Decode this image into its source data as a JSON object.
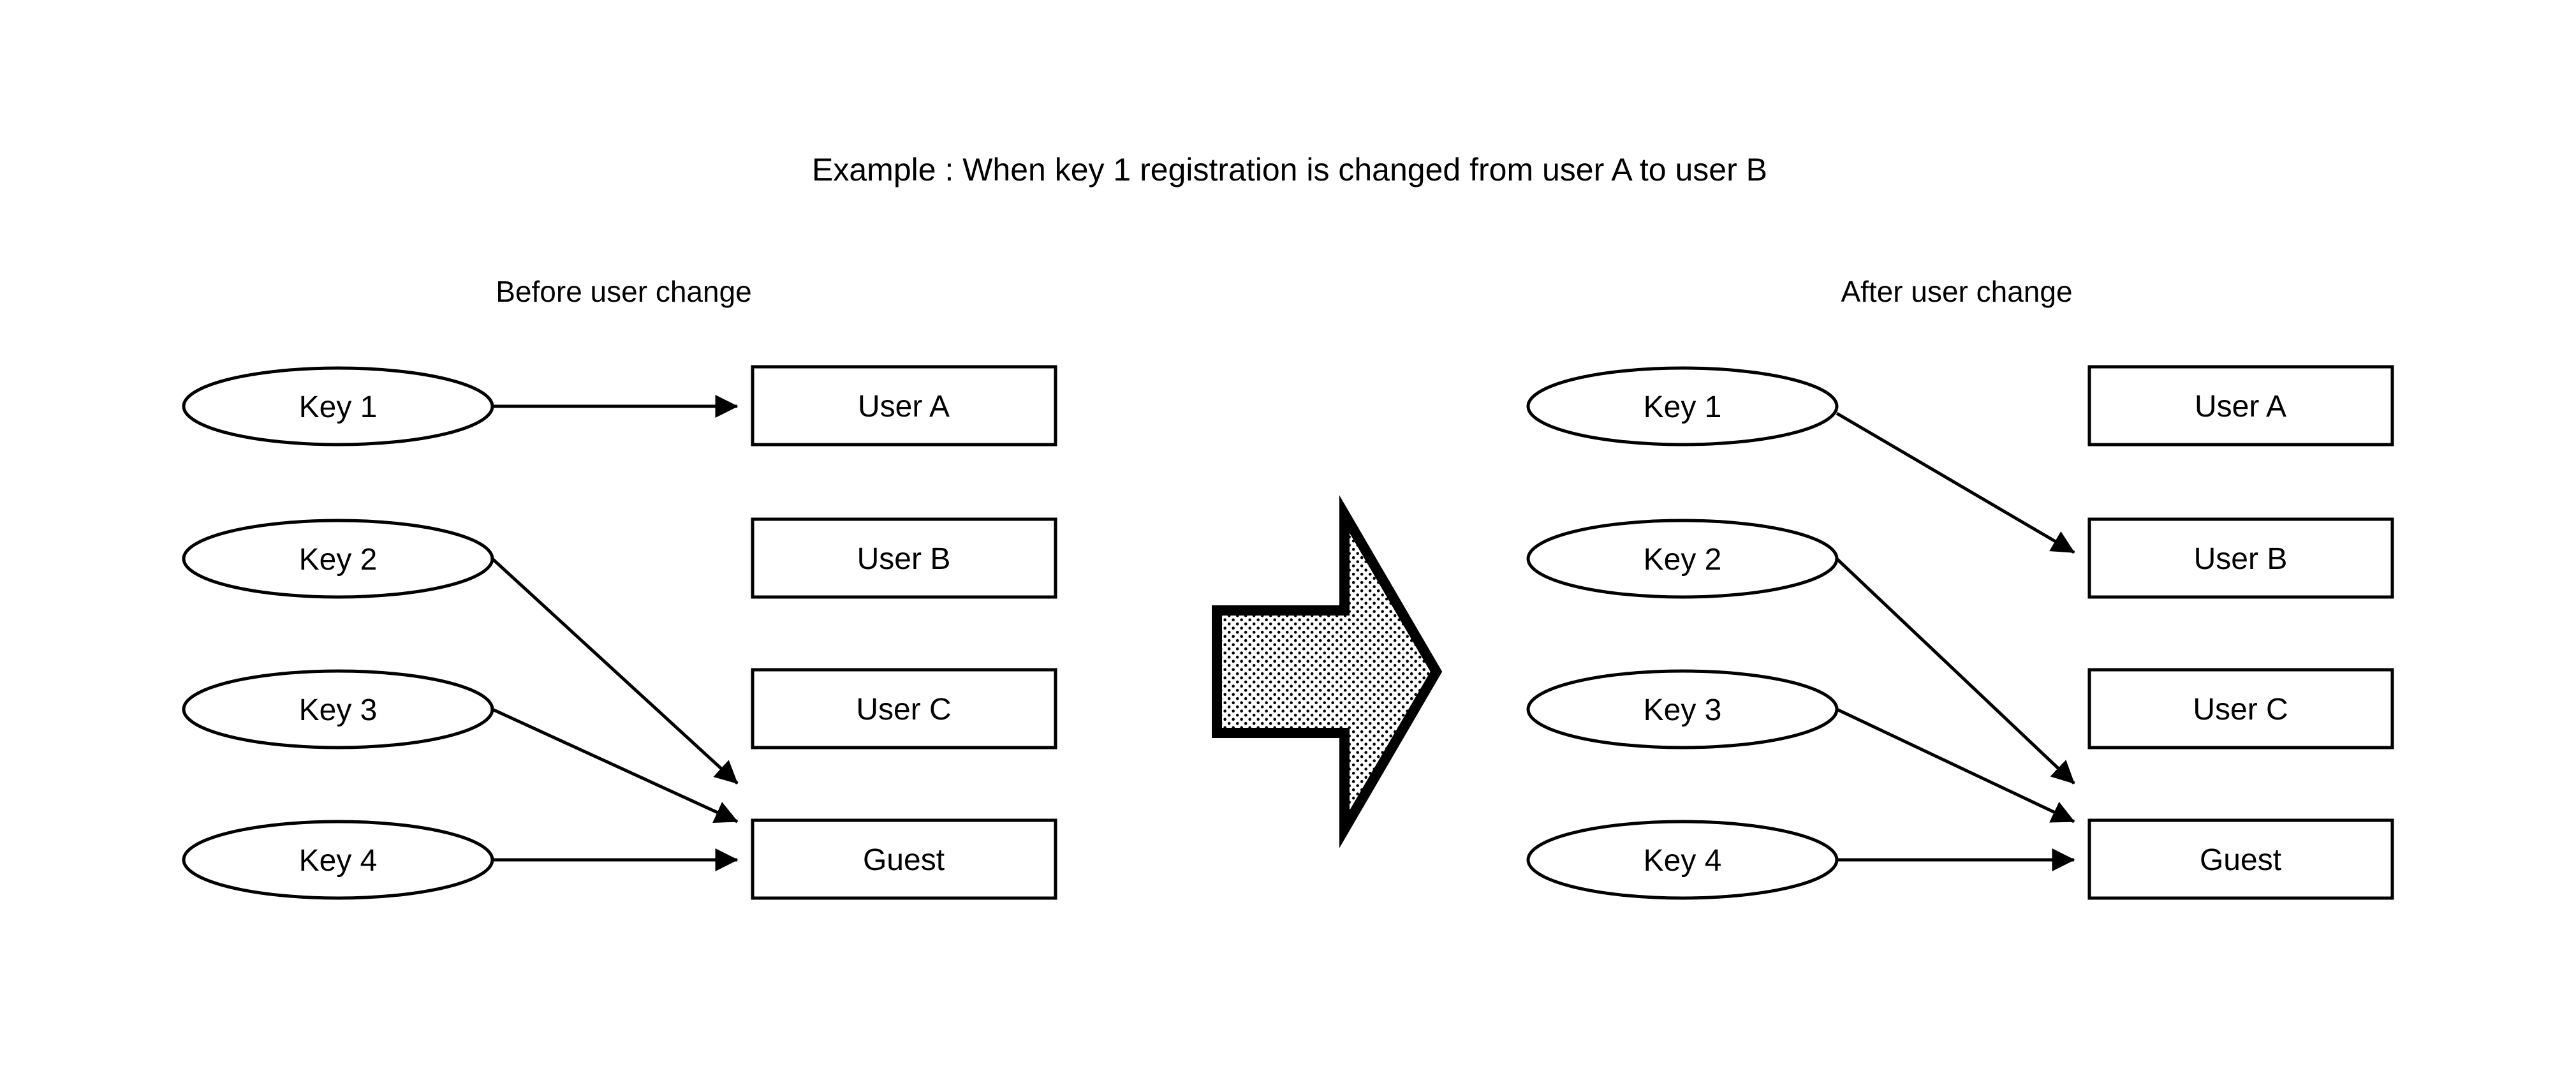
{
  "title": "Example : When key 1 registration is changed from user A to user B",
  "panels": [
    {
      "id": "before",
      "label": "Before user change",
      "keys": [
        {
          "label": "Key 1"
        },
        {
          "label": "Key 2"
        },
        {
          "label": "Key 3"
        },
        {
          "label": "Key 4"
        }
      ],
      "users": [
        {
          "label": "User A"
        },
        {
          "label": "User B"
        },
        {
          "label": "User C"
        },
        {
          "label": "Guest"
        }
      ],
      "links": [
        {
          "from": "Key 1",
          "to": "User A"
        },
        {
          "from": "Key 2",
          "to": "Guest"
        },
        {
          "from": "Key 3",
          "to": "Guest"
        },
        {
          "from": "Key 4",
          "to": "Guest"
        }
      ]
    },
    {
      "id": "after",
      "label": "After user change",
      "keys": [
        {
          "label": "Key 1"
        },
        {
          "label": "Key 2"
        },
        {
          "label": "Key 3"
        },
        {
          "label": "Key 4"
        }
      ],
      "users": [
        {
          "label": "User A"
        },
        {
          "label": "User B"
        },
        {
          "label": "User C"
        },
        {
          "label": "Guest"
        }
      ],
      "links": [
        {
          "from": "Key 1",
          "to": "User B"
        },
        {
          "from": "Key 2",
          "to": "Guest"
        },
        {
          "from": "Key 3",
          "to": "Guest"
        },
        {
          "from": "Key 4",
          "to": "Guest"
        }
      ]
    }
  ],
  "transition": {
    "icon": "block-arrow-right-icon",
    "direction": "right"
  },
  "colors": {
    "stroke": "#000000",
    "fill": "#ffffff",
    "background": "#ffffff",
    "arrow_pattern": "#000000"
  }
}
